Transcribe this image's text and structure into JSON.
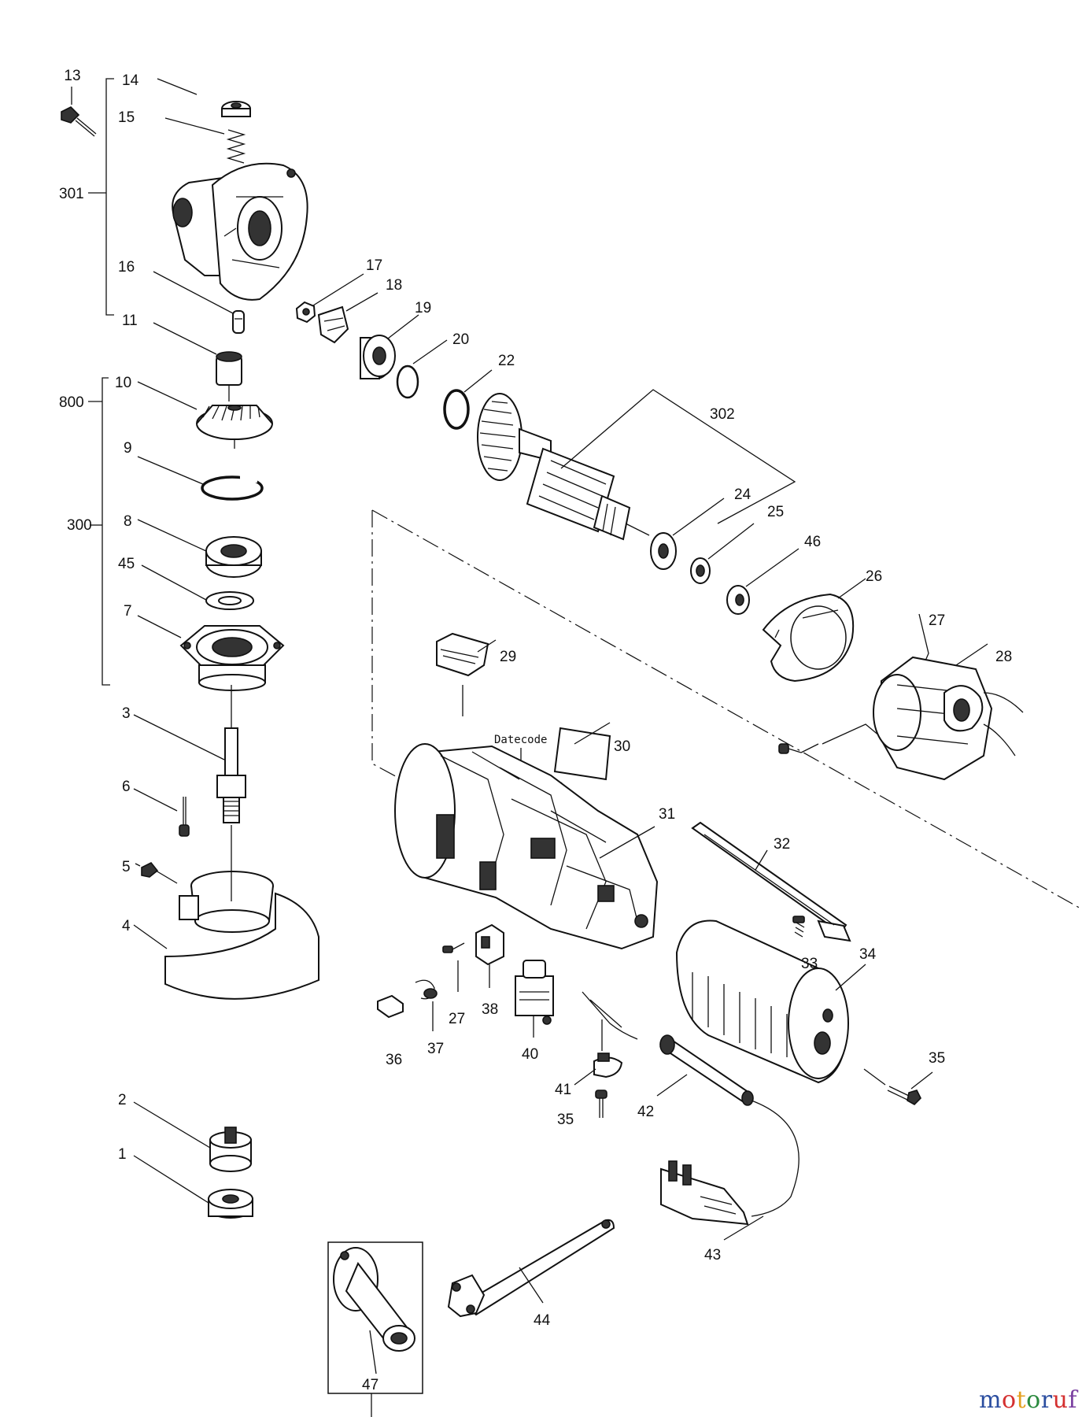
{
  "labels": {
    "p1": "1",
    "p2": "2",
    "p3": "3",
    "p4": "4",
    "p5": "5",
    "p6": "6",
    "p7": "7",
    "p8": "8",
    "p9": "9",
    "p10": "10",
    "p11": "11",
    "p13": "13",
    "p14": "14",
    "p15": "15",
    "p16": "16",
    "p17": "17",
    "p18": "18",
    "p19": "19",
    "p20": "20",
    "p22": "22",
    "p24": "24",
    "p25": "25",
    "p26": "26",
    "p27a": "27",
    "p27b": "27",
    "p28": "28",
    "p29": "29",
    "p30": "30",
    "p31": "31",
    "p32": "32",
    "p33": "33",
    "p34": "34",
    "p35a": "35",
    "p35b": "35",
    "p36": "36",
    "p37": "37",
    "p38": "38",
    "p40": "40",
    "p41": "41",
    "p42": "42",
    "p43": "43",
    "p44": "44",
    "p45": "45",
    "p46": "46",
    "p47": "47",
    "g300": "300",
    "g301": "301",
    "g302": "302",
    "g800": "800"
  },
  "annotation": {
    "datecode": "Datecode"
  },
  "watermark": {
    "text": "motoruf",
    "colors": [
      "#2b4ea0",
      "#d43030",
      "#e4a020",
      "#2b8a3e",
      "#2b4ea0",
      "#d43030",
      "#7a3fa0"
    ]
  }
}
